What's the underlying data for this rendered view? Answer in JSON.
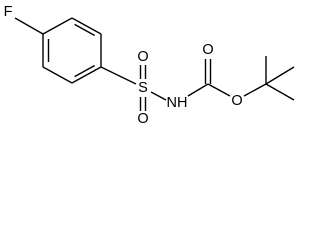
{
  "molecule": {
    "atoms": {
      "fluorine": "F",
      "sulfur": "S",
      "sulfonyl_oxygen_top": "O",
      "sulfonyl_oxygen_bottom": "O",
      "amide_nitrogen": "NH",
      "carbonyl_oxygen": "O",
      "ester_oxygen": "O"
    }
  }
}
